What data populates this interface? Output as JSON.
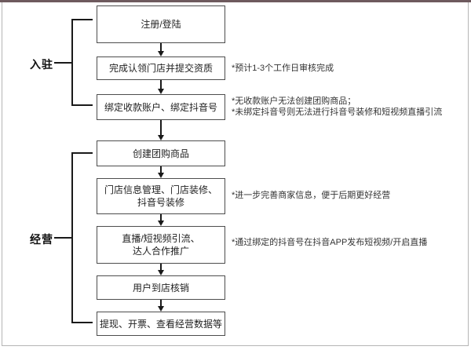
{
  "diagram": {
    "type": "flowchart",
    "groups": [
      {
        "label": "入驻",
        "step_indexes": [
          0,
          1,
          2
        ]
      },
      {
        "label": "经营",
        "step_indexes": [
          3,
          4,
          5,
          6,
          7
        ]
      }
    ],
    "flow": {
      "steps": [
        {
          "label": "注册/登陆",
          "note": ""
        },
        {
          "label": "完成认领门店并提交资质",
          "note": "*预计1-3个工作日审核完成"
        },
        {
          "label": "绑定收款账户、绑定抖音号",
          "note": "*无收款账户无法创建团购商品；\n*未绑定抖音号则无法进行抖音号装修和短视频直播引流"
        },
        {
          "label": "创建团购商品",
          "note": ""
        },
        {
          "label": "门店信息管理、门店装修、\n抖音号装修",
          "note": "*进一步完善商家信息，便于后期更好经营"
        },
        {
          "label": "直播/短视频引流、\n达人合作推广",
          "note": "*通过绑定的抖音号在抖音APP发布短视频/开启直播"
        },
        {
          "label": "用户到店核销",
          "note": ""
        },
        {
          "label": "提现、开票、查看经营数据等",
          "note": ""
        }
      ]
    },
    "icons": {
      "down_arrow": "solid css triangle pointing down",
      "group_bracket": "square bracket lines grouping steps"
    },
    "colors": {
      "line": "#1a1a1a",
      "box_border": "#4d4d4d",
      "box_text": "#222222",
      "note_text": "#333333",
      "top_bar": "#6e5a5e",
      "frame_border": "#b5b5b5",
      "background": "#ffffff"
    }
  }
}
